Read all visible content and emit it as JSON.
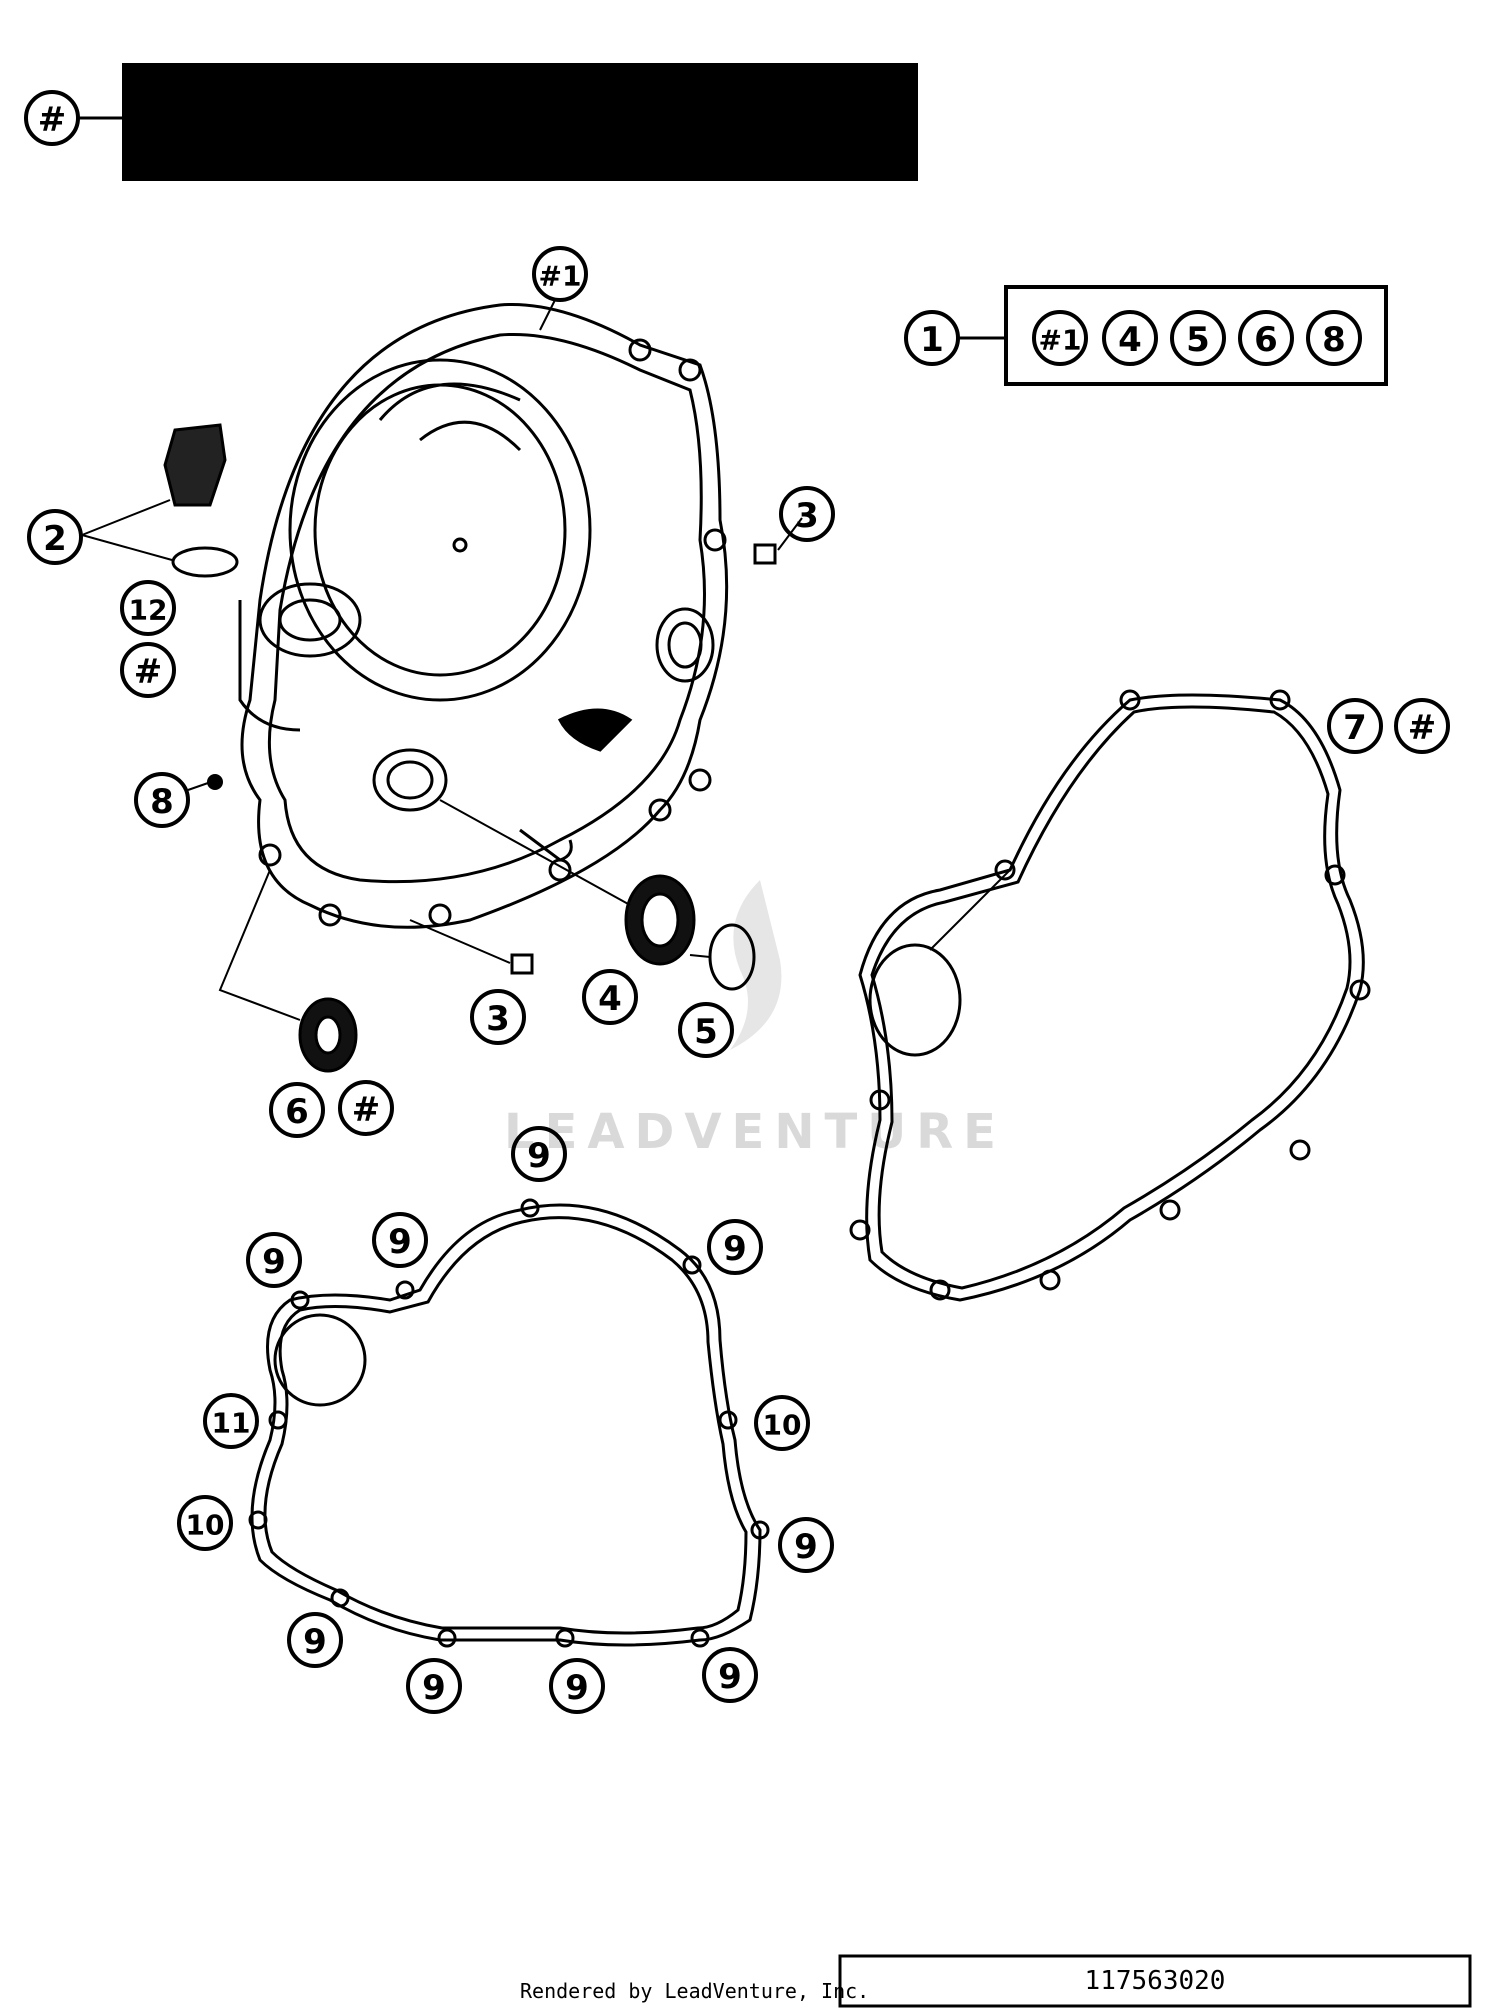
{
  "header": {
    "bar_color": "#000000",
    "callout": "#"
  },
  "kit": {
    "callout": "1",
    "items": [
      "#1",
      "4",
      "5",
      "6",
      "8"
    ]
  },
  "cover_callout": "#1",
  "callouts": {
    "c2": "2",
    "c12": "12",
    "c12_hash": "#",
    "c3a": "3",
    "c3b": "3",
    "c4": "4",
    "c5": "5",
    "c6": "6",
    "c6_hash": "#",
    "c7": "7",
    "c7_hash": "#",
    "c8": "8"
  },
  "gasket_callouts": {
    "g9a": "9",
    "g9b": "9",
    "g9c": "9",
    "g9d": "9",
    "g9e": "9",
    "g9f": "9",
    "g9g": "9",
    "g9h": "9",
    "g9i": "9",
    "g10a": "10",
    "g10b": "10",
    "g11": "11"
  },
  "watermark": "LEADVENTURE",
  "footer": {
    "rendered_by": "Rendered by LeadVenture, Inc.",
    "code": "117563020"
  }
}
